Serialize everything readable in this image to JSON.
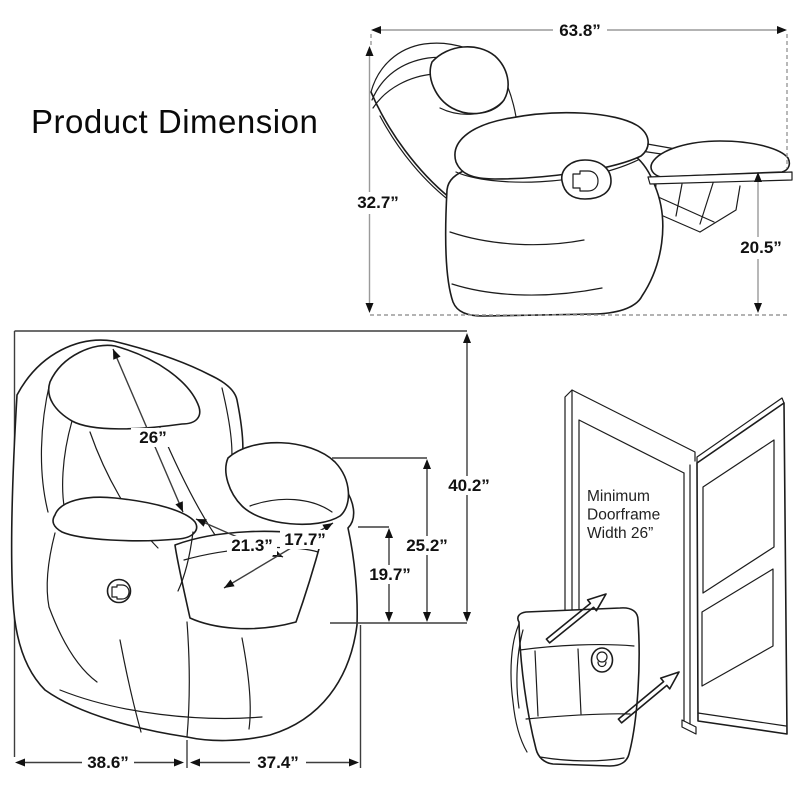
{
  "title": "Product Dimension",
  "side_view": {
    "overall_length": "63.8”",
    "overall_height": "32.7”",
    "footrest_height": "20.5”"
  },
  "front_view": {
    "back_width": "26”",
    "seat_width": "21.3”",
    "seat_depth": "17.7”",
    "overall_height": "40.2”",
    "arm_height": "25.2”",
    "seat_height": "19.7”",
    "base_width": "38.6”",
    "base_depth": "37.4”"
  },
  "door_diagram": {
    "note_lines": [
      "Minimum",
      "Doorframe",
      "Width 26”"
    ]
  }
}
